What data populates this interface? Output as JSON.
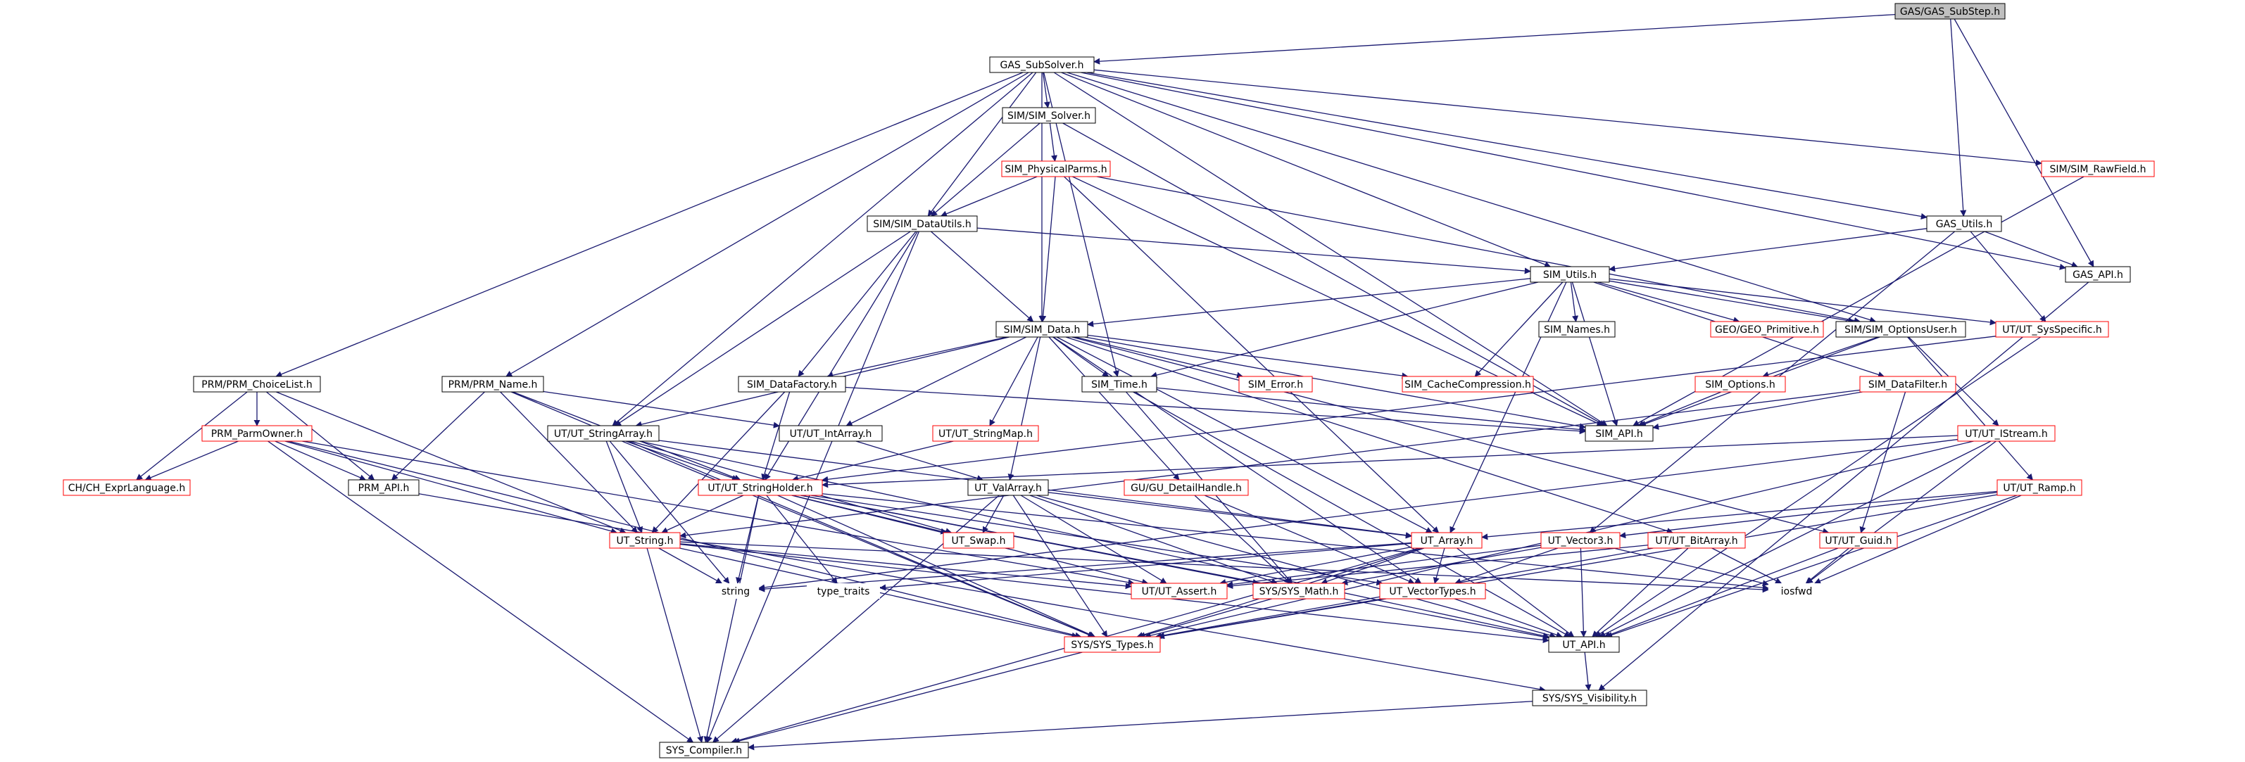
{
  "colors": {
    "edge": "#191970",
    "box_border_documented": "#000000",
    "box_border_undocumented": "#ff0000",
    "root_fill": "#bfbfbf",
    "node_fill": "#ffffff"
  },
  "nodes": [
    {
      "id": "gas_substep",
      "label": "GAS/GAS_SubStep.h",
      "root": true
    },
    {
      "id": "gas_subsolver",
      "label": "GAS_SubSolver.h",
      "red": false
    },
    {
      "id": "sim_solver",
      "label": "SIM/SIM_Solver.h",
      "red": false
    },
    {
      "id": "sim_rawfield",
      "label": "SIM/SIM_RawField.h",
      "red": true
    },
    {
      "id": "sim_physicalparms",
      "label": "SIM_PhysicalParms.h",
      "red": true
    },
    {
      "id": "gas_utils",
      "label": "GAS_Utils.h",
      "red": false
    },
    {
      "id": "sim_datautils",
      "label": "SIM/SIM_DataUtils.h",
      "red": false
    },
    {
      "id": "gas_api",
      "label": "GAS_API.h",
      "red": false
    },
    {
      "id": "sim_utils",
      "label": "SIM_Utils.h",
      "red": false
    },
    {
      "id": "sim_data",
      "label": "SIM/SIM_Data.h",
      "red": false
    },
    {
      "id": "sim_names",
      "label": "SIM_Names.h",
      "red": false
    },
    {
      "id": "geo_primitive",
      "label": "GEO/GEO_Primitive.h",
      "red": true
    },
    {
      "id": "sim_optionsuser",
      "label": "SIM/SIM_OptionsUser.h",
      "red": false
    },
    {
      "id": "ut_sysspecific",
      "label": "UT/UT_SysSpecific.h",
      "red": true
    },
    {
      "id": "prm_choicelist",
      "label": "PRM/PRM_ChoiceList.h",
      "red": false
    },
    {
      "id": "prm_name",
      "label": "PRM/PRM_Name.h",
      "red": false
    },
    {
      "id": "sim_datafactory",
      "label": "SIM_DataFactory.h",
      "red": false
    },
    {
      "id": "sim_time",
      "label": "SIM_Time.h",
      "red": false
    },
    {
      "id": "sim_error",
      "label": "SIM_Error.h",
      "red": true
    },
    {
      "id": "sim_cachecompression",
      "label": "SIM_CacheCompression.h",
      "red": true
    },
    {
      "id": "sim_options",
      "label": "SIM_Options.h",
      "red": true
    },
    {
      "id": "sim_datafilter",
      "label": "SIM_DataFilter.h",
      "red": true
    },
    {
      "id": "prm_parmowner",
      "label": "PRM_ParmOwner.h",
      "red": true
    },
    {
      "id": "ut_stringarray",
      "label": "UT/UT_StringArray.h",
      "red": false
    },
    {
      "id": "ut_intarray",
      "label": "UT/UT_IntArray.h",
      "red": false
    },
    {
      "id": "ut_stringmap",
      "label": "UT/UT_StringMap.h",
      "red": true
    },
    {
      "id": "sim_api",
      "label": "SIM_API.h",
      "red": false
    },
    {
      "id": "ut_istream",
      "label": "UT/UT_IStream.h",
      "red": true
    },
    {
      "id": "ch_exprlanguage",
      "label": "CH/CH_ExprLanguage.h",
      "red": true
    },
    {
      "id": "prm_api",
      "label": "PRM_API.h",
      "red": false
    },
    {
      "id": "ut_stringholder",
      "label": "UT/UT_StringHolder.h",
      "red": true
    },
    {
      "id": "ut_valarray",
      "label": "UT_ValArray.h",
      "red": false
    },
    {
      "id": "gu_detailhandle",
      "label": "GU/GU_DetailHandle.h",
      "red": true
    },
    {
      "id": "ut_ramp",
      "label": "UT/UT_Ramp.h",
      "red": true
    },
    {
      "id": "ut_string",
      "label": "UT_String.h",
      "red": true
    },
    {
      "id": "ut_swap",
      "label": "UT_Swap.h",
      "red": true
    },
    {
      "id": "ut_array",
      "label": "UT_Array.h",
      "red": true
    },
    {
      "id": "ut_vector3",
      "label": "UT_Vector3.h",
      "red": true
    },
    {
      "id": "ut_bitarray",
      "label": "UT/UT_BitArray.h",
      "red": true
    },
    {
      "id": "ut_guid",
      "label": "UT/UT_Guid.h",
      "red": true
    },
    {
      "id": "string",
      "label": "string",
      "red": false,
      "plain": true
    },
    {
      "id": "type_traits",
      "label": "type_traits",
      "red": false,
      "plain": true
    },
    {
      "id": "ut_assert",
      "label": "UT/UT_Assert.h",
      "red": true
    },
    {
      "id": "sys_math",
      "label": "SYS/SYS_Math.h",
      "red": true
    },
    {
      "id": "ut_vectortypes",
      "label": "UT_VectorTypes.h",
      "red": true
    },
    {
      "id": "iosfwd",
      "label": "iosfwd",
      "red": false,
      "plain": true
    },
    {
      "id": "sys_types",
      "label": "SYS/SYS_Types.h",
      "red": true
    },
    {
      "id": "ut_api",
      "label": "UT_API.h",
      "red": false
    },
    {
      "id": "sys_visibility",
      "label": "SYS/SYS_Visibility.h",
      "red": false
    },
    {
      "id": "sys_compiler",
      "label": "SYS_Compiler.h",
      "red": false
    }
  ],
  "edges": [
    [
      "gas_substep",
      "gas_subsolver"
    ],
    [
      "gas_substep",
      "gas_utils"
    ],
    [
      "gas_substep",
      "gas_api"
    ],
    [
      "gas_subsolver",
      "sim_solver"
    ],
    [
      "gas_subsolver",
      "sim_rawfield"
    ],
    [
      "gas_subsolver",
      "gas_utils"
    ],
    [
      "gas_subsolver",
      "sim_datautils"
    ],
    [
      "gas_subsolver",
      "gas_api"
    ],
    [
      "gas_subsolver",
      "sim_utils"
    ],
    [
      "gas_subsolver",
      "sim_data"
    ],
    [
      "gas_subsolver",
      "sim_optionsuser"
    ],
    [
      "gas_subsolver",
      "prm_choicelist"
    ],
    [
      "gas_subsolver",
      "prm_name"
    ],
    [
      "gas_subsolver",
      "ut_stringarray"
    ],
    [
      "gas_subsolver",
      "sim_time"
    ],
    [
      "gas_subsolver",
      "sim_api"
    ],
    [
      "sim_solver",
      "sim_physicalparms"
    ],
    [
      "sim_solver",
      "sim_datautils"
    ],
    [
      "sim_solver",
      "sim_api"
    ],
    [
      "sim_rawfield",
      "sim_api"
    ],
    [
      "sim_physicalparms",
      "sim_datautils"
    ],
    [
      "sim_physicalparms",
      "sim_data"
    ],
    [
      "sim_physicalparms",
      "sim_optionsuser"
    ],
    [
      "sim_physicalparms",
      "sim_api"
    ],
    [
      "sim_physicalparms",
      "ut_array"
    ],
    [
      "gas_utils",
      "sim_utils"
    ],
    [
      "gas_utils",
      "gas_api"
    ],
    [
      "gas_utils",
      "ut_sysspecific"
    ],
    [
      "gas_utils",
      "ut_vector3"
    ],
    [
      "gas_api",
      "sys_visibility"
    ],
    [
      "sim_datautils",
      "sim_utils"
    ],
    [
      "sim_datautils",
      "sim_data"
    ],
    [
      "sim_datautils",
      "sim_datafactory"
    ],
    [
      "sim_datautils",
      "ut_stringarray"
    ],
    [
      "sim_datautils",
      "ut_stringholder"
    ],
    [
      "sim_datautils",
      "sys_compiler"
    ],
    [
      "sim_utils",
      "sim_data"
    ],
    [
      "sim_utils",
      "sim_names"
    ],
    [
      "sim_utils",
      "geo_primitive"
    ],
    [
      "sim_utils",
      "sim_optionsuser"
    ],
    [
      "sim_utils",
      "ut_sysspecific"
    ],
    [
      "sim_utils",
      "sim_time"
    ],
    [
      "sim_utils",
      "sim_cachecompression"
    ],
    [
      "sim_utils",
      "sim_datafilter"
    ],
    [
      "sim_utils",
      "sim_api"
    ],
    [
      "sim_utils",
      "ut_array"
    ],
    [
      "sim_data",
      "sim_datafactory"
    ],
    [
      "sim_data",
      "sim_time"
    ],
    [
      "sim_data",
      "sim_error"
    ],
    [
      "sim_data",
      "sim_cachecompression"
    ],
    [
      "sim_data",
      "ut_stringarray"
    ],
    [
      "sim_data",
      "ut_intarray"
    ],
    [
      "sim_data",
      "ut_stringmap"
    ],
    [
      "sim_data",
      "sim_api"
    ],
    [
      "sim_data",
      "ut_valarray"
    ],
    [
      "sim_data",
      "gu_detailhandle"
    ],
    [
      "sim_data",
      "ut_guid"
    ],
    [
      "sim_data",
      "ut_bitarray"
    ],
    [
      "sim_data",
      "ut_vectortypes"
    ],
    [
      "sim_data",
      "ut_array"
    ],
    [
      "sim_optionsuser",
      "sim_options"
    ],
    [
      "sim_optionsuser",
      "sim_api"
    ],
    [
      "sim_optionsuser",
      "ut_ramp"
    ],
    [
      "sim_optionsuser",
      "ut_istream"
    ],
    [
      "ut_sysspecific",
      "ut_api"
    ],
    [
      "ut_sysspecific",
      "ut_stringholder"
    ],
    [
      "prm_choicelist",
      "prm_parmowner"
    ],
    [
      "prm_choicelist",
      "ch_exprlanguage"
    ],
    [
      "prm_choicelist",
      "prm_api"
    ],
    [
      "prm_choicelist",
      "ut_string"
    ],
    [
      "prm_name",
      "prm_api"
    ],
    [
      "prm_name",
      "ut_intarray"
    ],
    [
      "prm_name",
      "ut_stringholder"
    ],
    [
      "prm_name",
      "ut_string"
    ],
    [
      "prm_name",
      "sys_types"
    ],
    [
      "sim_datafactory",
      "sim_api"
    ],
    [
      "sim_datafactory",
      "ut_stringholder"
    ],
    [
      "sim_datafactory",
      "ut_string"
    ],
    [
      "sim_time",
      "sim_api"
    ],
    [
      "sim_time",
      "sys_math"
    ],
    [
      "sim_time",
      "ut_api"
    ],
    [
      "sim_options",
      "sim_api"
    ],
    [
      "sim_datafilter",
      "sim_api"
    ],
    [
      "sim_datafilter",
      "ut_guid"
    ],
    [
      "sim_datafilter",
      "ut_string"
    ],
    [
      "prm_parmowner",
      "ch_exprlanguage"
    ],
    [
      "prm_parmowner",
      "prm_api"
    ],
    [
      "prm_parmowner",
      "ut_string"
    ],
    [
      "prm_parmowner",
      "ut_assert"
    ],
    [
      "prm_parmowner",
      "sys_types"
    ],
    [
      "prm_parmowner",
      "sys_compiler"
    ],
    [
      "ut_stringarray",
      "ut_stringholder"
    ],
    [
      "ut_stringarray",
      "ut_string"
    ],
    [
      "ut_stringarray",
      "ut_swap"
    ],
    [
      "ut_stringarray",
      "ut_array"
    ],
    [
      "ut_stringarray",
      "string"
    ],
    [
      "ut_stringarray",
      "ut_api"
    ],
    [
      "ut_stringarray",
      "sys_types"
    ],
    [
      "ut_intarray",
      "ut_valarray"
    ],
    [
      "ut_stringmap",
      "ut_stringholder"
    ],
    [
      "ut_istream",
      "ut_stringholder"
    ],
    [
      "ut_istream",
      "iosfwd"
    ],
    [
      "ut_istream",
      "sys_types"
    ],
    [
      "ut_istream",
      "string"
    ],
    [
      "ut_istream",
      "ut_api"
    ],
    [
      "prm_api",
      "sys_visibility"
    ],
    [
      "ut_stringholder",
      "ut_string"
    ],
    [
      "ut_stringholder",
      "ut_swap"
    ],
    [
      "ut_stringholder",
      "string"
    ],
    [
      "ut_stringholder",
      "type_traits"
    ],
    [
      "ut_stringholder",
      "ut_assert"
    ],
    [
      "ut_stringholder",
      "sys_math"
    ],
    [
      "ut_stringholder",
      "ut_vectortypes"
    ],
    [
      "ut_stringholder",
      "iosfwd"
    ],
    [
      "ut_stringholder",
      "sys_types"
    ],
    [
      "ut_stringholder",
      "ut_api"
    ],
    [
      "ut_stringholder",
      "sys_compiler"
    ],
    [
      "ut_valarray",
      "ut_array"
    ],
    [
      "ut_valarray",
      "ut_swap"
    ],
    [
      "ut_valarray",
      "ut_assert"
    ],
    [
      "ut_valarray",
      "sys_math"
    ],
    [
      "ut_valarray",
      "sys_types"
    ],
    [
      "ut_valarray",
      "ut_api"
    ],
    [
      "ut_valarray",
      "sys_compiler"
    ],
    [
      "gu_detailhandle",
      "ut_vectortypes"
    ],
    [
      "gu_detailhandle",
      "sys_math"
    ],
    [
      "ut_ramp",
      "ut_vector3"
    ],
    [
      "ut_ramp",
      "ut_array"
    ],
    [
      "ut_ramp",
      "iosfwd"
    ],
    [
      "ut_ramp",
      "ut_api"
    ],
    [
      "ut_ramp",
      "sys_types"
    ],
    [
      "ut_string",
      "string"
    ],
    [
      "ut_string",
      "ut_assert"
    ],
    [
      "ut_string",
      "sys_types"
    ],
    [
      "ut_string",
      "ut_api"
    ],
    [
      "ut_string",
      "iosfwd"
    ],
    [
      "ut_string",
      "sys_compiler"
    ],
    [
      "ut_array",
      "ut_assert"
    ],
    [
      "ut_array",
      "sys_math"
    ],
    [
      "ut_array",
      "ut_vectortypes"
    ],
    [
      "ut_array",
      "type_traits"
    ],
    [
      "ut_array",
      "string"
    ],
    [
      "ut_array",
      "sys_types"
    ],
    [
      "ut_array",
      "ut_api"
    ],
    [
      "ut_array",
      "sys_compiler"
    ],
    [
      "ut_vector3",
      "ut_assert"
    ],
    [
      "ut_vector3",
      "sys_math"
    ],
    [
      "ut_vector3",
      "ut_vectortypes"
    ],
    [
      "ut_vector3",
      "iosfwd"
    ],
    [
      "ut_vector3",
      "ut_api"
    ],
    [
      "ut_bitarray",
      "iosfwd"
    ],
    [
      "ut_bitarray",
      "ut_api"
    ],
    [
      "ut_bitarray",
      "sys_types"
    ],
    [
      "ut_bitarray",
      "ut_assert"
    ],
    [
      "ut_guid",
      "iosfwd"
    ],
    [
      "ut_guid",
      "ut_api"
    ],
    [
      "sys_math",
      "sys_types"
    ],
    [
      "ut_vectortypes",
      "sys_types"
    ],
    [
      "ut_vectortypes",
      "ut_api"
    ],
    [
      "sys_types",
      "sys_compiler"
    ],
    [
      "ut_api",
      "sys_visibility"
    ],
    [
      "sys_visibility",
      "sys_compiler"
    ]
  ]
}
